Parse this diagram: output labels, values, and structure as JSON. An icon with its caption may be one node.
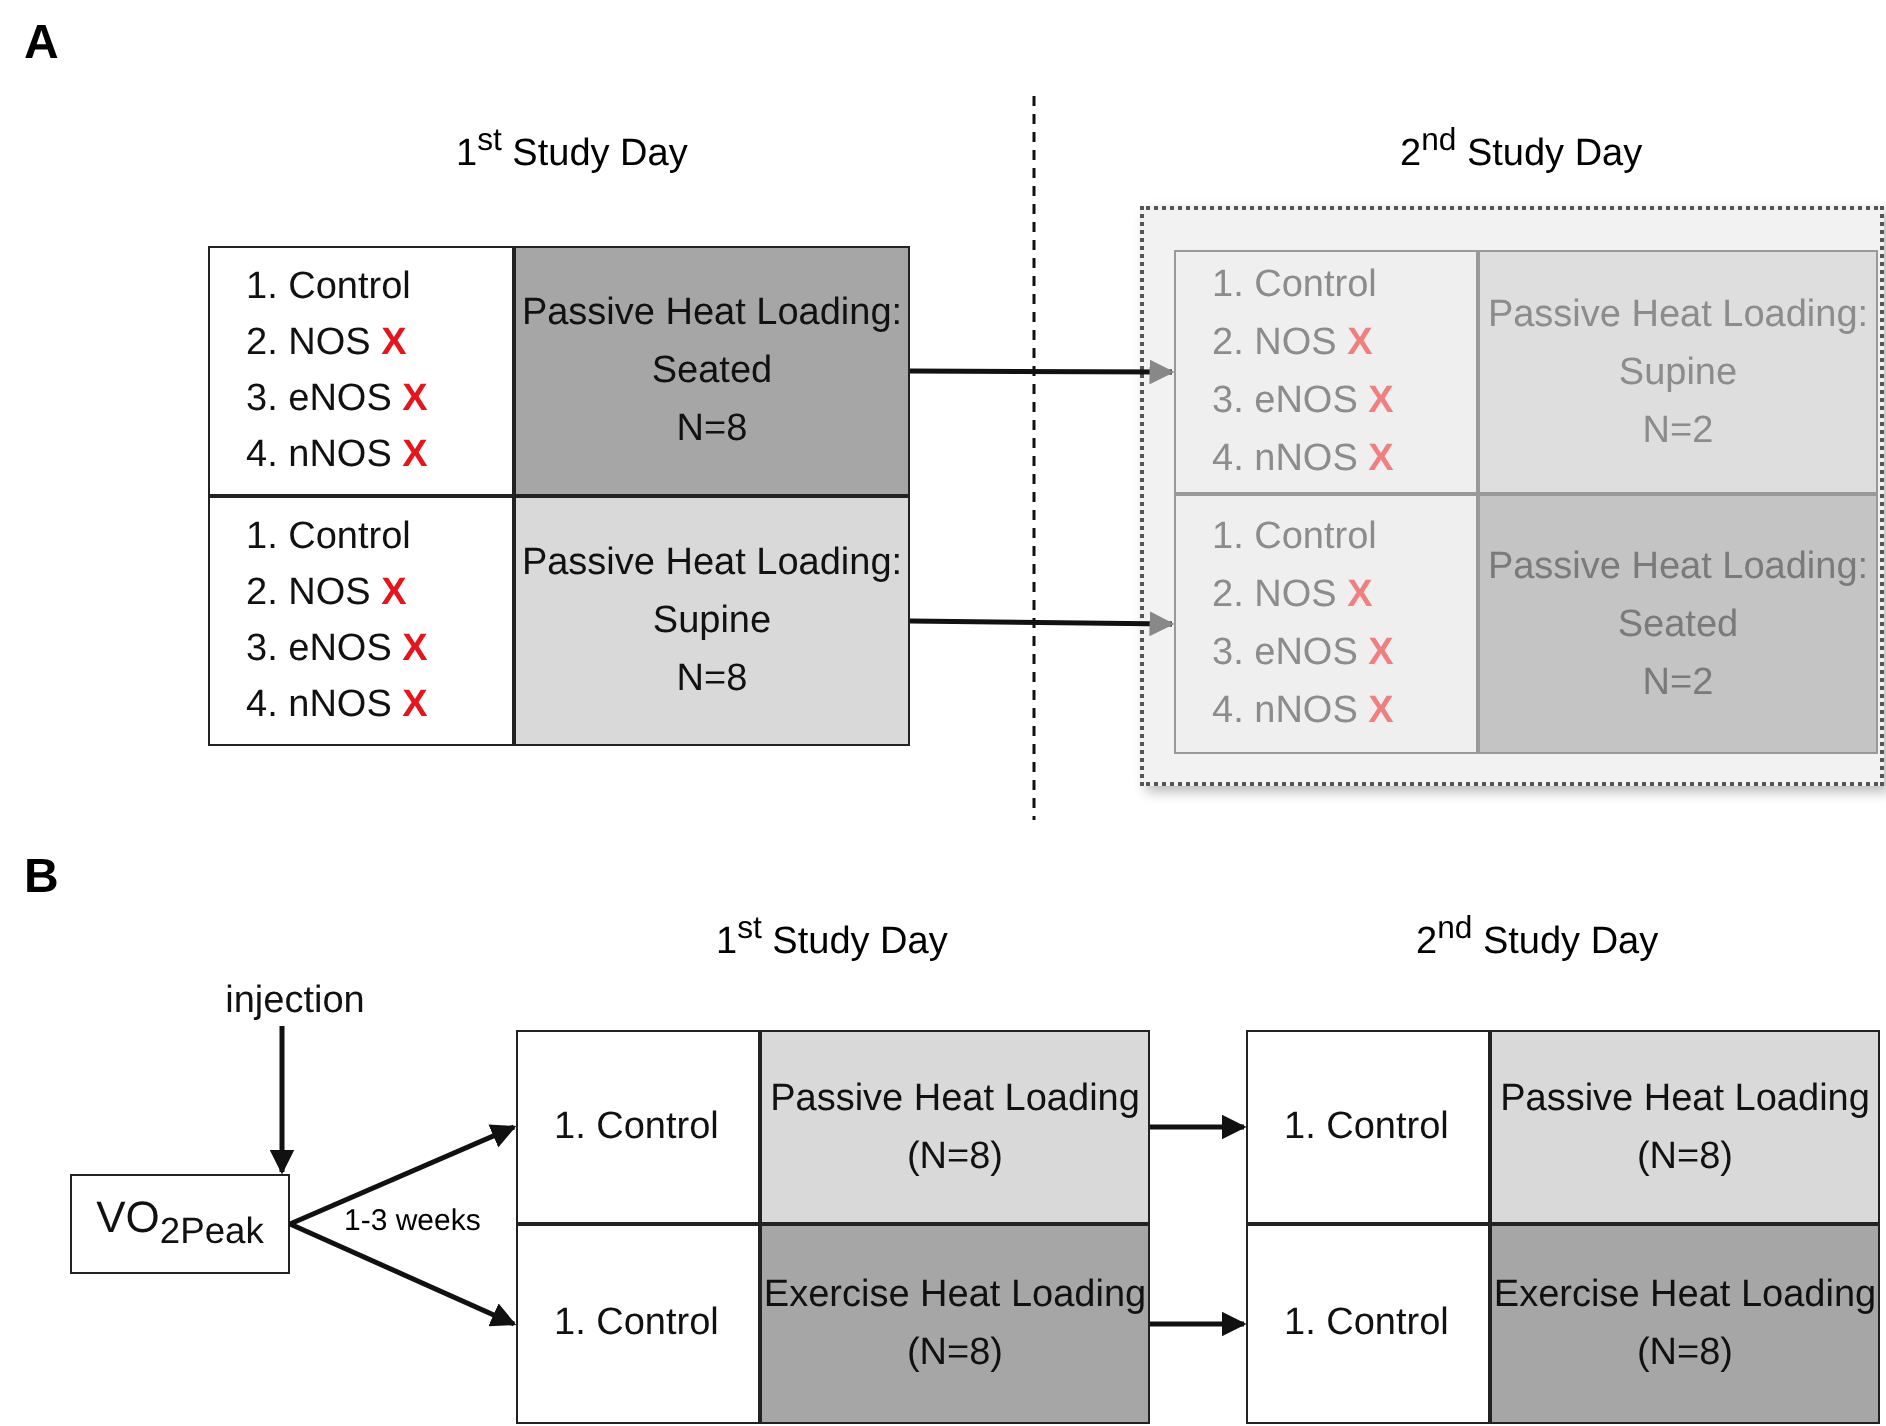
{
  "diagram": {
    "nodes": [
      {
        "text": [
          "1. Control",
          "2. NOS **X**",
          "3. eNOS **X**",
          "4. nNOS **X**"
        ]
      },
      {
        "text": [
          "Passive Heat Loading: Seated",
          "N=8"
        ]
      },
      {
        "text": [
          "1. Control",
          "2. NOS **X**",
          "3. eNOS **X**",
          "4. nNOS **X**"
        ]
      },
      {
        "text": [
          "Passive Heat Loading: Supine",
          "N=8"
        ]
      },
      {
        "text": [],
        "shape": "box"
      },
      {
        "text": [
          "1. Control",
          "2. NOS **X**",
          "3. eNOS **X**",
          "4. nNOS **X**"
        ],
        "in": 4
      },
      {
        "text": [
          "Passive Heat Loading: Supine",
          "N=2"
        ],
        "in": 4
      },
      {
        "text": [
          "1. Control",
          "2. NOS **X**",
          "3. eNOS **X**",
          "4. nNOS **X**"
        ],
        "in": 4
      },
      {
        "text": [
          "Passive Heat Loading: Seated",
          "N=2"
        ],
        "in": 4
      },
      {
        "text": [
          "injection"
        ]
      },
      {
        "text": [
          "VO$_{2Peak}$"
        ]
      },
      {
        "text": [
          "1. Control"
        ]
      },
      {
        "text": [
          "Passive Heat Loading",
          "(N=8)"
        ]
      },
      {
        "text": [
          "1. Control"
        ]
      },
      {
        "text": [
          "Exercise Heat Loading",
          "(N=8)"
        ]
      },
      {
        "text": [
          "1. Control"
        ]
      },
      {
        "text": [
          "Passive Heat Loading",
          "(N=8)"
        ]
      },
      {
        "text": [
          "1. Control"
        ]
      },
      {
        "text": [
          "Exercise Heat Loading",
          "(N=8)"
        ]
      }
    ],
    "edges": [
      {
        "from": 1,
        "to": 5,
        "arrow": "to"
      },
      {
        "from": 3,
        "to": 7,
        "arrow": "to"
      },
      {
        "from": 9,
        "to": 10,
        "arrow": "to"
      },
      {
        "from": 10,
        "to": 11,
        "arrow": "to",
        "label": "1-3 weeks"
      },
      {
        "from": 10,
        "to": 13,
        "arrow": "to"
      },
      {
        "from": 12,
        "to": 15,
        "arrow": "to"
      },
      {
        "from": 14,
        "to": 17,
        "arrow": "to"
      }
    ],
    "labels": [
      "A",
      "1$^{st}$ Study Day",
      "2$^{nd}$ Study Day",
      "B",
      "1$^{st}$ Study Day",
      "2$^{nd}$ Study Day"
    ]
  }
}
